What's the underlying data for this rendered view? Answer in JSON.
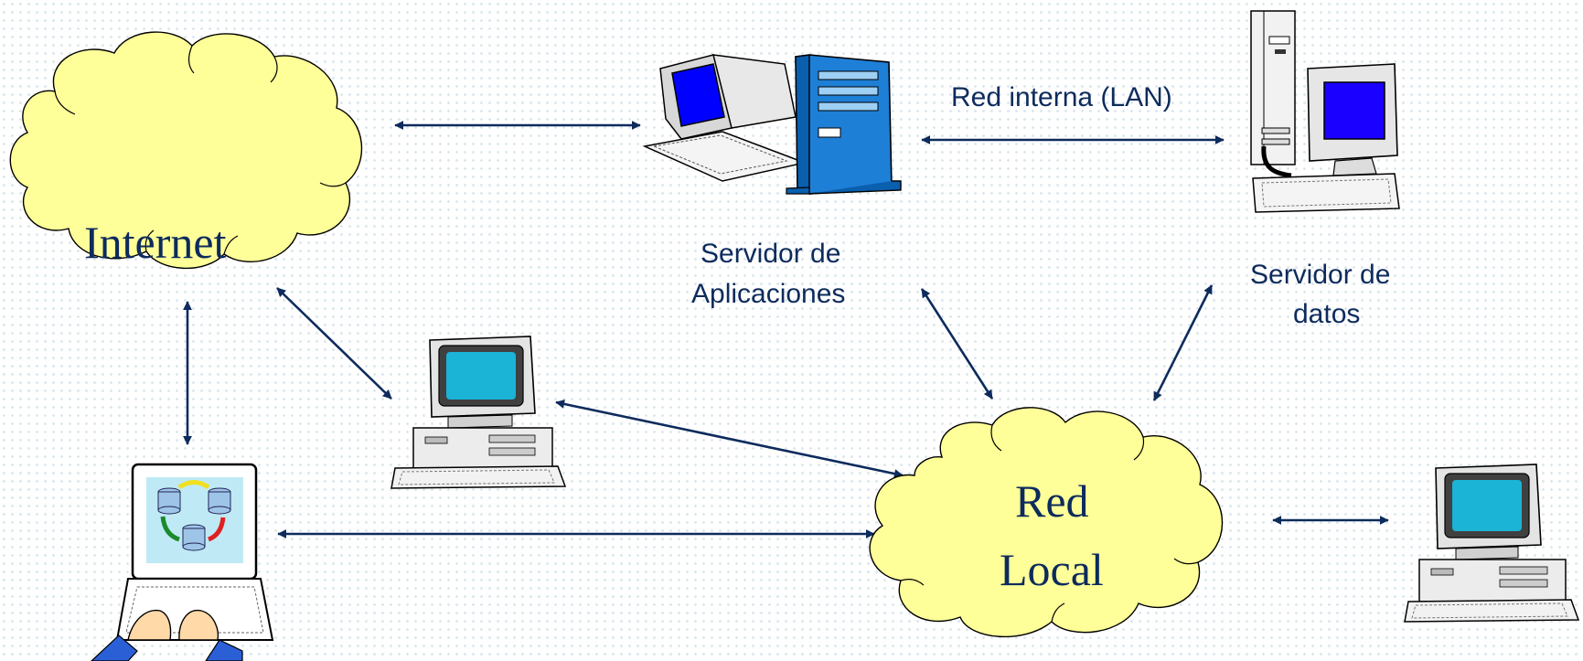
{
  "clouds": {
    "internet": "Internet",
    "local_line1": "Red",
    "local_line2": "Local"
  },
  "labels": {
    "lan": "Red interna (LAN)",
    "app_server_line1": "Servidor de",
    "app_server_line2": "Aplicaciones",
    "data_server_line1": "Servidor de",
    "data_server_line2": "datos"
  },
  "colors": {
    "cloud_fill": "#ffff99",
    "line": "#0d2b5c",
    "server_blue": "#1e7fd6",
    "monitor_screen": "#1bb3d6"
  }
}
